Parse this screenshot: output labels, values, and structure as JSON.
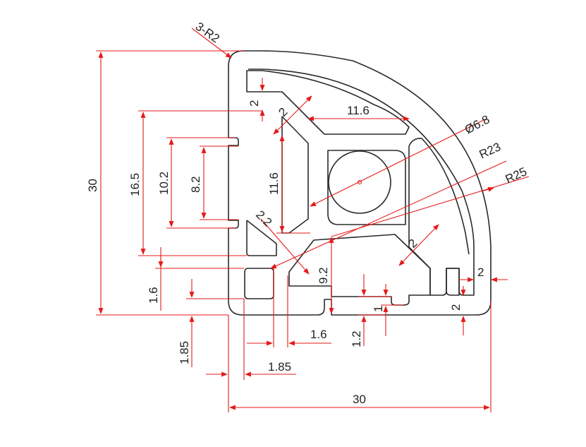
{
  "colors": {
    "dimension": "#e41a1a",
    "outline": "#2a2a2a",
    "text": "#222222",
    "background": "#ffffff"
  },
  "labels": {
    "corner_radii": "3-R2",
    "overall_height": "30",
    "overall_width": "30",
    "slot_outer": "16.5",
    "slot_middle": "10.2",
    "slot_inner": "8.2",
    "inner_depth": "11.6",
    "inner_width": "11.6",
    "hole_diameter": "Ø6.8",
    "radius_inner": "R23",
    "radius_outer": "R25",
    "wall_top": "2",
    "wall_diag": "2",
    "wall_diag_small": "2.2",
    "rib_height": "9.2",
    "rib_diag": "2",
    "wall_right": "2",
    "wall_bottom": "2",
    "lip_height": "1.6",
    "lip_offset_v": "1.85",
    "lip_offset_h": "1.85",
    "rib_thickness": "1.6",
    "slot_lip": "1",
    "slot_depth": "1.2"
  }
}
